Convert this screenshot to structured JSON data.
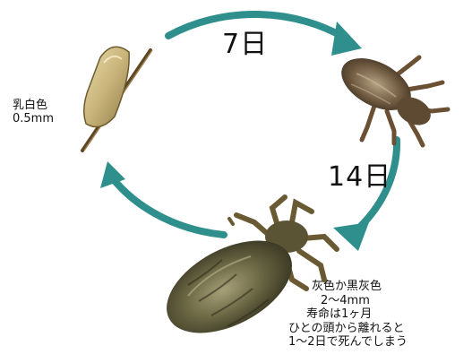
{
  "cycle": {
    "arrow_color": "#2e8f8c",
    "stages": [
      {
        "name": "egg"
      },
      {
        "name": "nymph"
      },
      {
        "name": "adult"
      }
    ],
    "durations": [
      "7日",
      "14日"
    ]
  },
  "egg_note": {
    "color_label": "乳白色",
    "size": "0.5mm"
  },
  "adult_note": {
    "lines": [
      "灰色か黒灰色",
      "2～4mm",
      "寿命は1ヶ月",
      "ひとの頭から離れると",
      "1～2日で死んでしまう"
    ]
  }
}
